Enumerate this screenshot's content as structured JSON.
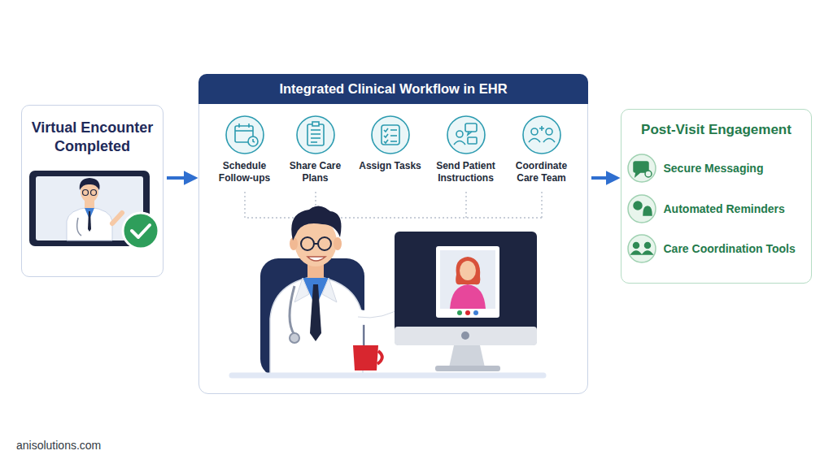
{
  "diagram": {
    "nodes": [
      {
        "text": [
          "Virtual Encounter Completed"
        ]
      },
      {
        "text": [
          "Integrated Clinical Workflow in EHR"
        ]
      },
      {
        "text": [
          "Schedule Follow-ups"
        ],
        "in": 1
      },
      {
        "text": [
          "Share Care Plans"
        ],
        "in": 1
      },
      {
        "text": [
          "Assign Tasks"
        ],
        "in": 1
      },
      {
        "text": [
          "Send Patient Instructions"
        ],
        "in": 1
      },
      {
        "text": [
          "Coordinate Care Team"
        ],
        "in": 1
      },
      {
        "text": [
          "Post-Visit Engagement"
        ]
      },
      {
        "text": [
          "Secure Messaging"
        ],
        "in": 7
      },
      {
        "text": [
          "Automated Reminders"
        ],
        "in": 7
      },
      {
        "text": [
          "Care Coordination Tools"
        ],
        "in": 7
      }
    ],
    "edges": [
      {
        "from": 0,
        "to": 1,
        "arrow": "to"
      },
      {
        "from": 1,
        "to": 7,
        "arrow": "to"
      }
    ],
    "labels": [
      "anisolutions.com"
    ]
  }
}
